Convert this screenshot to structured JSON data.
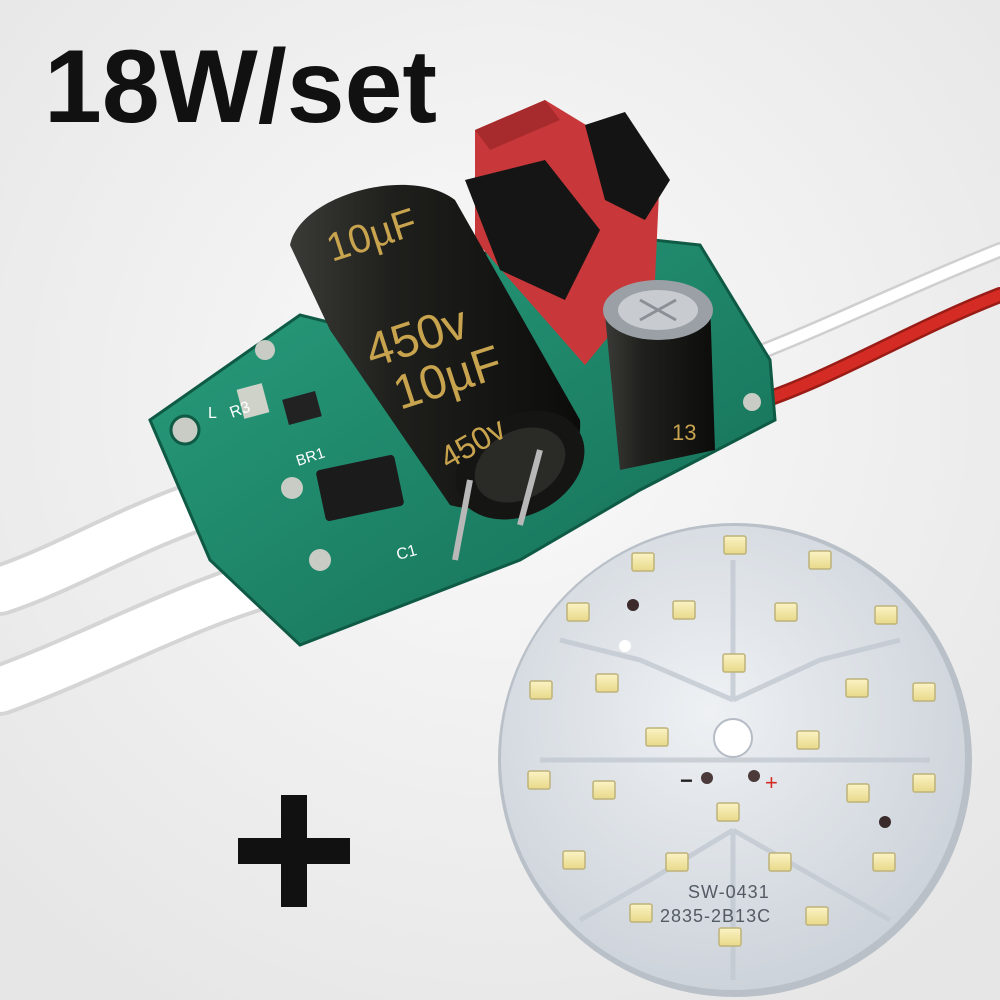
{
  "headline": "18W/set",
  "plus_sign": "+",
  "driver": {
    "big_cap_top_text": "10µF",
    "big_cap_mid_text": "450v",
    "big_cap_low_text": "10µF",
    "big_cap_side_text": "450v",
    "small_cap_text": "13",
    "label_r3": "R3",
    "label_br1": "BR1",
    "label_c1": "C1",
    "label_l": "L"
  },
  "led_board": {
    "model": "SW-0431",
    "code": "2835-2B13C",
    "minus": "−",
    "plus": "+",
    "led_count": 26
  },
  "colors": {
    "background": "#f3f3f3",
    "pcb_green": "#1a8a6c",
    "transformer_red": "#c8383a",
    "capacitor_body": "#1d1d1b",
    "capacitor_text": "#c9a44f",
    "led_board": "#dfe3e8",
    "led_chip": "#f2e7a8",
    "wire_red": "#d42c24",
    "wire_white": "#ffffff"
  }
}
